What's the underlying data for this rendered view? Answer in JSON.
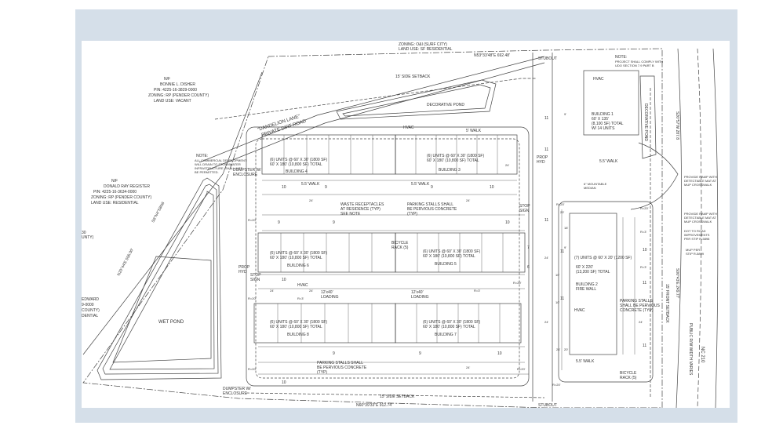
{
  "zoning_north": {
    "line1": "ZONING: O&I (SURF CITY)",
    "line2": "LAND USE: SF RESIDENTIAL"
  },
  "owner_disher": {
    "line1": "N/F",
    "line2": "BONNIE L. DISHER",
    "line3": "PIN: 4225-16-3829-0000",
    "line4": "ZONING: RP (PENDER COUNTY)",
    "line5": "LAND USE: VACANT"
  },
  "owner_register": {
    "line1": "N/F",
    "line2": "DONALD RAY REGISTER",
    "line3": "PIN: 4225-16-3634-0000",
    "line4": "ZONING: RP (PENDER COUNTY)",
    "line5": "LAND USE: RESIDENTIAL"
  },
  "owner_edward": {
    "line1": "EDWARD",
    "line2": "9-0000",
    "line3": "COUNTY)",
    "line4": "DENTIAL"
  },
  "west_fragment": {
    "line1": "30",
    "line2": "UNTY)"
  },
  "bearings": {
    "north": "N53°33'48\"E  692.48'",
    "south": "N60°39'33\"E  912.74'",
    "west_top": "S8°N4\"S8N8",
    "west_bottom": "N20°44'E  506.00'",
    "east_top": "S26°57'W  287.8",
    "east_bottom": "S06°43'E  249.77'"
  },
  "setbacks": {
    "north": "15' SIDE SETBACK",
    "south": "15' SIDE SETBACK",
    "east": "15' FRONT SETBACK"
  },
  "road": {
    "line1": "\"DANDELION LANE\"",
    "line2": "PRIVATE DIRT ROAD"
  },
  "decorative_pond": "DECORATIVE POND",
  "decorative_pond_east": "DECORATIVE POND",
  "wet_pond": "WET POND",
  "note_west": {
    "title": "NOTE:",
    "line1": "ALL COMMERCIAL DEVELOPMENT",
    "line2": "WILL DRAIN TO STORMWATER",
    "line3": "INFRASTRUCTURE. SHALL NOT",
    "line4": "BE PERMITTED."
  },
  "note_ne": {
    "title": "NOTE:",
    "line1": "PROJECT SHALL COMPLY WITH",
    "line2": "UDO SECTION 7.9 PART B"
  },
  "hvac": "HVAC",
  "walk_5": "5' WALK",
  "walk_55": "5.5' WALK",
  "buildings": {
    "b1": {
      "name": "BUILDING 1",
      "l1": "60' X 135'",
      "l2": "(8,100 SF) TOTAL",
      "l3": "W/ 14 UNITS"
    },
    "b2": {
      "name": "BUILDING 2",
      "l1": "(7) UNITS @ 60' X 20' (1200 SF)",
      "l2": "60' X 220'",
      "l3": "(13,200 SF) TOTAL",
      "l4": "FIRE WALL"
    },
    "b3": {
      "name": "BUILDING 3",
      "l1": "(6) UNITS @ 60' X 30' (1800 SF)",
      "l2": "60' X 180' (10,800 SF) TOTAL"
    },
    "b4": {
      "name": "BUILDING 4",
      "l1": "(6) UNITS @ 60' X 30' (1800 SF)",
      "l2": "60' X 180' (10,800 SF) TOTAL"
    },
    "b5": {
      "name": "BUILDING 5",
      "l1": "(6) UNITS @ 60' X 30' (1800 SF)",
      "l2": "60' X 180' (10,800 SF) TOTAL"
    },
    "b6": {
      "name": "BUILDING 6",
      "l1": "(6) UNITS @ 60' X 30' (1800 SF)",
      "l2": "60' X 180' (10,800 SF) TOTAL"
    },
    "b7": {
      "name": "BUILDING 7",
      "l1": "(6) UNITS @ 60' X 30' (1800 SF)",
      "l2": "60' X 180' (10,800 SF) TOTAL"
    },
    "b8": {
      "name": "BUILDING 8",
      "l1": "(6) UNITS @ 60' X 30' (1800 SF)",
      "l2": "60' X 180' (10,800 SF) TOTAL"
    }
  },
  "parking_notes": {
    "n1": "PARKING STALLS SHALL",
    "n2": "BE PERVIOUS CONCRETE",
    "n3": "(TYP)"
  },
  "parking_notes_east": {
    "n1": "PARKING STALLS",
    "n2": "SHALL BE PERVIOUS",
    "n3": "CONCRETE (TYP)"
  },
  "waste": {
    "l1": "WASTE RECEPTACLES",
    "l2": "AT RESIDENCE (TYP)",
    "l3": "SEE NOTE"
  },
  "bicycle": {
    "l1": "BICYCLE",
    "l2": "RACK (5)"
  },
  "loading": {
    "l1": "12'x40'",
    "l2": "LOADING"
  },
  "stop": {
    "l1": "STOP",
    "l2": "SIGN"
  },
  "prop_hyd": {
    "l1": "PROP",
    "l2": "HYD"
  },
  "dumpster": {
    "l1": "DUMPSTER W/",
    "l2": "ENCLOSURE"
  },
  "stubout": "STUBOUT",
  "median": {
    "l1": "6\" MOUNTABLE",
    "l2": "MEDIAN"
  },
  "ramp1": {
    "l1": "PROVIDE RAMP WITH",
    "l2": "DETECTABLE MAT AT",
    "l3": "MUP CROSSWALK"
  },
  "ramp2": {
    "l1": "PROVIDE RAMP WITH",
    "l2": "DETECTABLE MAT AT",
    "l3": "MUP CROSSWALK"
  },
  "dot_note": {
    "l1": "DOT TO ROAD",
    "l2": "IMPROVEMENTS",
    "l3": "PER STIP R-5898"
  },
  "mup": {
    "l1": "MUP PER",
    "l2": "STIP R-5899"
  },
  "nc210": "NC 210",
  "row": "PUBLIC R/W WIDTH VARIES",
  "stall_counts": [
    "10",
    "9",
    "9",
    "10",
    "11",
    "9",
    "9",
    "10",
    "10",
    "9",
    "9",
    "10",
    "11",
    "10",
    "11",
    "7",
    "6",
    "11",
    "10",
    "11",
    "11",
    "11"
  ],
  "radii": [
    "R=20'",
    "R=20'",
    "R=20'",
    "R=3'",
    "R=3'",
    "R=20'",
    "R=20'",
    "R=20'",
    "R=3'",
    "R=20'",
    "R=20'",
    "R=3'"
  ],
  "dims": [
    "24'",
    "24'",
    "24'",
    "24'",
    "24'",
    "24'",
    "24'",
    "24'",
    "24'",
    "24'",
    "20'",
    "20'",
    "9'",
    "9'",
    "18'",
    "10'",
    "10'"
  ]
}
